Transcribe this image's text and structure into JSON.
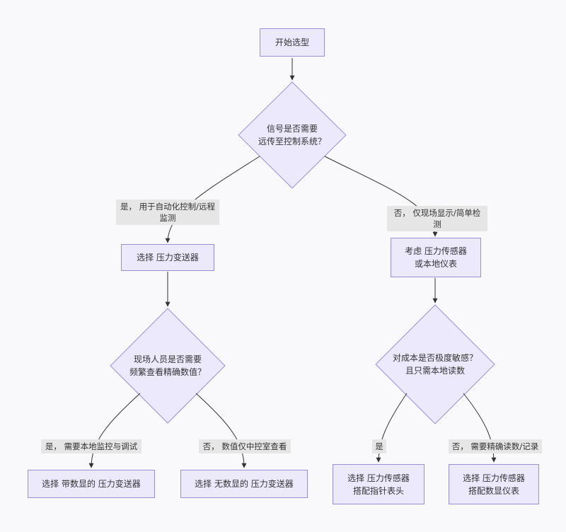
{
  "nodes": {
    "start": "开始选型",
    "q_signal": "信号是否需要\n远传至控制系统？",
    "sel_transmitter": "选择 压力变送器",
    "consider_sensor": "考虑 压力传感器\n或本地仪表",
    "q_onsite": "现场人员是否需要\n频繁查看精确数值？",
    "q_cost": "对成本是否极度敏感？\n且只需本地读数",
    "res_display_tx": "选择 带数显的 压力变送器",
    "res_nodisplay_tx": "选择 无数显的 压力变送器",
    "res_sensor_gauge": "选择 压力传感器\n搭配指针表头",
    "res_sensor_digital": "选择 压力传感器\n搭配数显仪表"
  },
  "edge_labels": {
    "yes_remote": "是， 用于自动化控制/远程\n监测",
    "no_local": "否， 仅现场显示/简单检测",
    "yes_local_debug": "是， 需要本地监控与调试",
    "no_control_room": "否， 数值仅中控室查看",
    "yes": "是",
    "no_precise": "否， 需要精确读数/记录"
  },
  "colors": {
    "node_fill": "#ece9fd",
    "node_stroke": "#9a8fd6",
    "edge": "#333333",
    "label_bg": "#e6e6e6",
    "background": "#f9f9fb"
  }
}
